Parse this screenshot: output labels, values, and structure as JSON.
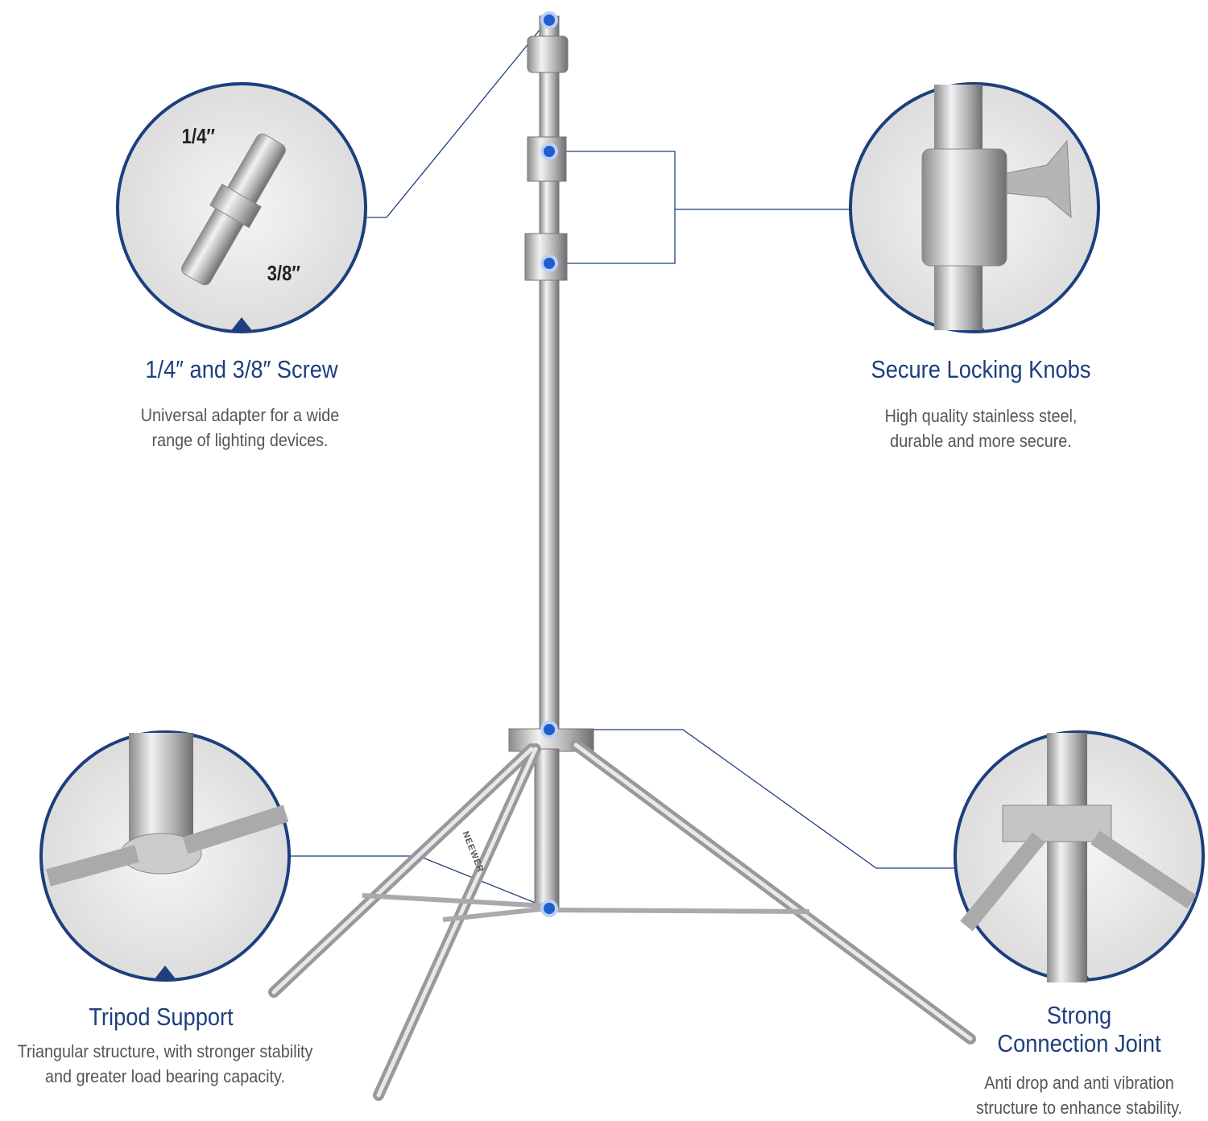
{
  "brand": "NEEWER",
  "accent_color": "#1d3f7e",
  "callouts": [
    {
      "title": "1/4″ and 3/8″ Screw",
      "description": "Universal adapter for a wide\nrange of lighting devices.",
      "labels": [
        "1/4″",
        "3/8″"
      ]
    },
    {
      "title": "Secure Locking Knobs",
      "description": "High quality stainless steel,\ndurable and more secure."
    },
    {
      "title": "Tripod Support",
      "description": "Triangular structure, with stronger stability\nand greater load bearing capacity."
    },
    {
      "title": "Strong\nConnection Joint",
      "description": "Anti drop and anti vibration\nstructure to enhance stability."
    }
  ]
}
